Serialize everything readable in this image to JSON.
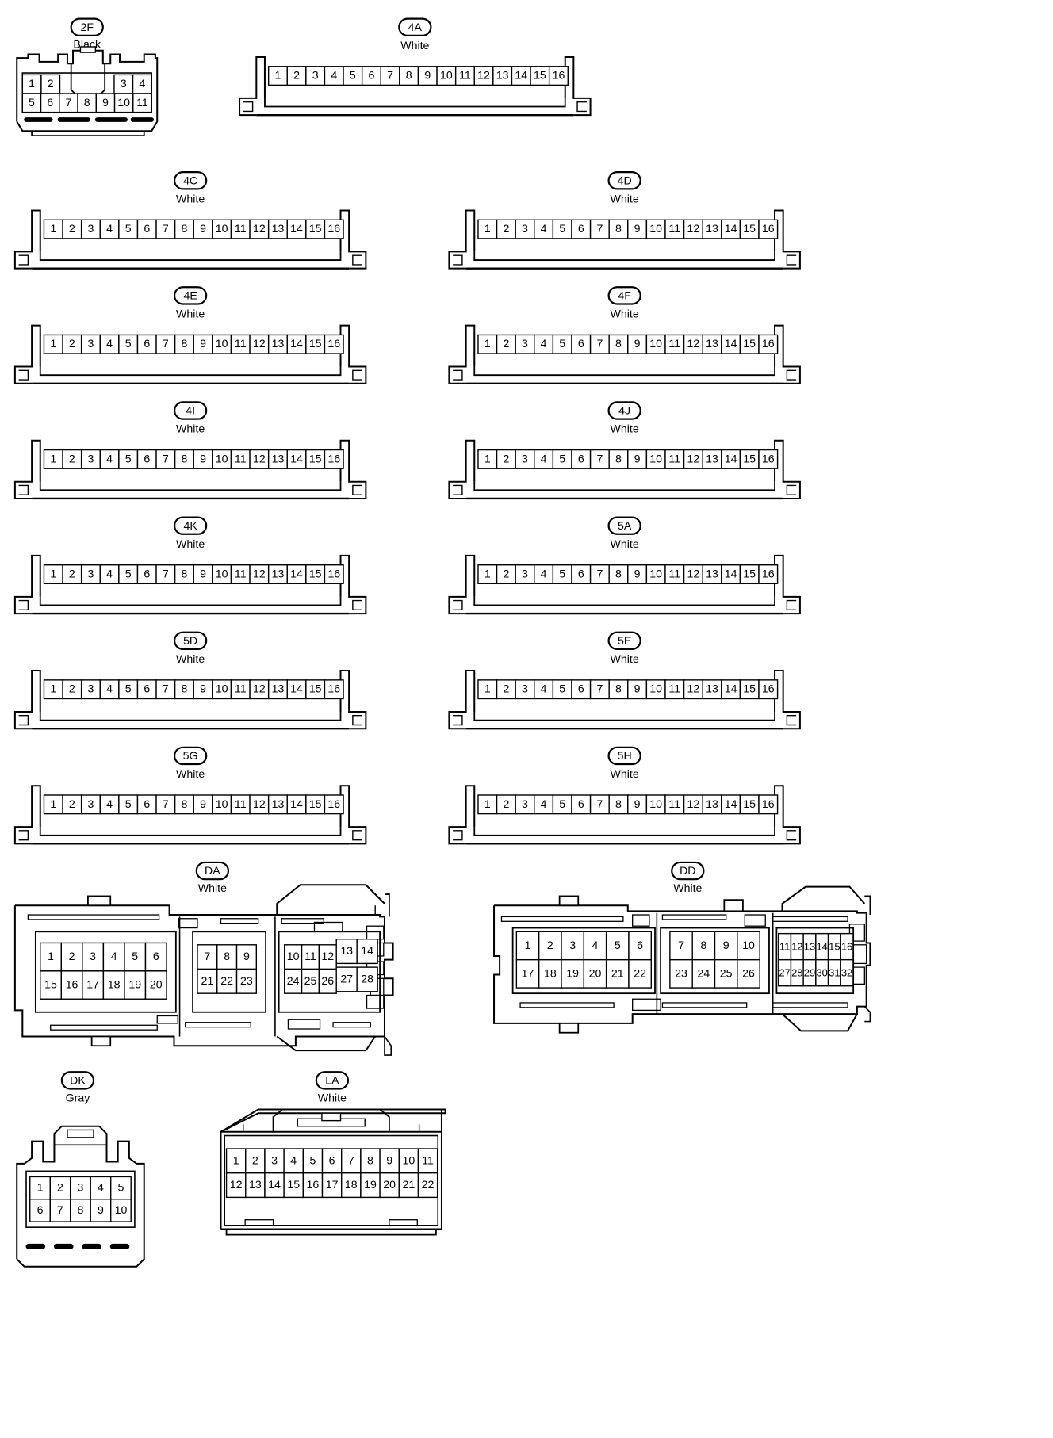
{
  "connectors": [
    {
      "id": "2F",
      "color": "Black",
      "rows": [
        [
          "1",
          "2",
          "3",
          "4"
        ],
        [
          "5",
          "6",
          "7",
          "8",
          "9",
          "10",
          "11"
        ]
      ]
    },
    {
      "id": "4A",
      "color": "White",
      "pins": 16
    },
    {
      "id": "4C",
      "color": "White",
      "pins": 16
    },
    {
      "id": "4D",
      "color": "White",
      "pins": 16
    },
    {
      "id": "4E",
      "color": "White",
      "pins": 16
    },
    {
      "id": "4F",
      "color": "White",
      "pins": 16
    },
    {
      "id": "4I",
      "color": "White",
      "pins": 16
    },
    {
      "id": "4J",
      "color": "White",
      "pins": 16
    },
    {
      "id": "4K",
      "color": "White",
      "pins": 16
    },
    {
      "id": "5A",
      "color": "White",
      "pins": 16
    },
    {
      "id": "5D",
      "color": "White",
      "pins": 16
    },
    {
      "id": "5E",
      "color": "White",
      "pins": 16
    },
    {
      "id": "5G",
      "color": "White",
      "pins": 16
    },
    {
      "id": "5H",
      "color": "White",
      "pins": 16
    },
    {
      "id": "DA",
      "color": "White",
      "groups": [
        {
          "rows": [
            [
              "1",
              "2",
              "3",
              "4",
              "5",
              "6"
            ],
            [
              "15",
              "16",
              "17",
              "18",
              "19",
              "20"
            ]
          ]
        },
        {
          "rows": [
            [
              "7",
              "8",
              "9"
            ],
            [
              "21",
              "22",
              "23"
            ]
          ]
        },
        {
          "rows": [
            [
              "10",
              "11",
              "12",
              "13",
              "14"
            ],
            [
              "24",
              "25",
              "26",
              "27",
              "28"
            ]
          ]
        }
      ]
    },
    {
      "id": "DD",
      "color": "White",
      "groups": [
        {
          "rows": [
            [
              "1",
              "2",
              "3",
              "4",
              "5",
              "6"
            ],
            [
              "17",
              "18",
              "19",
              "20",
              "21",
              "22"
            ]
          ]
        },
        {
          "rows": [
            [
              "7",
              "8",
              "9",
              "10"
            ],
            [
              "23",
              "24",
              "25",
              "26"
            ]
          ]
        },
        {
          "rows": [
            [
              "11",
              "12",
              "13",
              "14",
              "15",
              "16"
            ],
            [
              "27",
              "28",
              "29",
              "30",
              "31",
              "32"
            ]
          ]
        }
      ]
    },
    {
      "id": "DK",
      "color": "Gray",
      "rows": [
        [
          "1",
          "2",
          "3",
          "4",
          "5"
        ],
        [
          "6",
          "7",
          "8",
          "9",
          "10"
        ]
      ]
    },
    {
      "id": "LA",
      "color": "White",
      "rows": [
        [
          "1",
          "2",
          "3",
          "4",
          "5",
          "6",
          "7",
          "8",
          "9",
          "10",
          "11"
        ],
        [
          "12",
          "13",
          "14",
          "15",
          "16",
          "17",
          "18",
          "19",
          "20",
          "21",
          "22"
        ]
      ]
    }
  ]
}
